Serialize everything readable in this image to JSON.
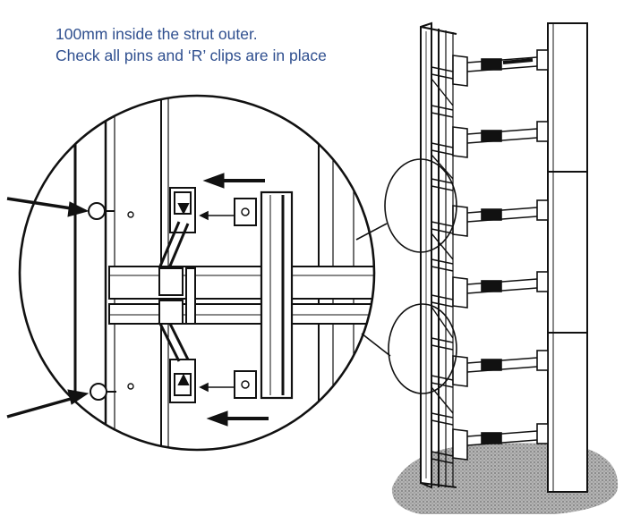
{
  "caption": {
    "line1": "100mm inside the strut outer.",
    "line2": "Check all pins and ‘R’ clips are in place",
    "color": "#2f4f8f"
  },
  "diagram": {
    "ink": "#111111",
    "ground": "#9a9a9a",
    "icons": [
      "pin-icon",
      "r-clip-icon",
      "arrow-icon",
      "magnifier-circle"
    ]
  }
}
